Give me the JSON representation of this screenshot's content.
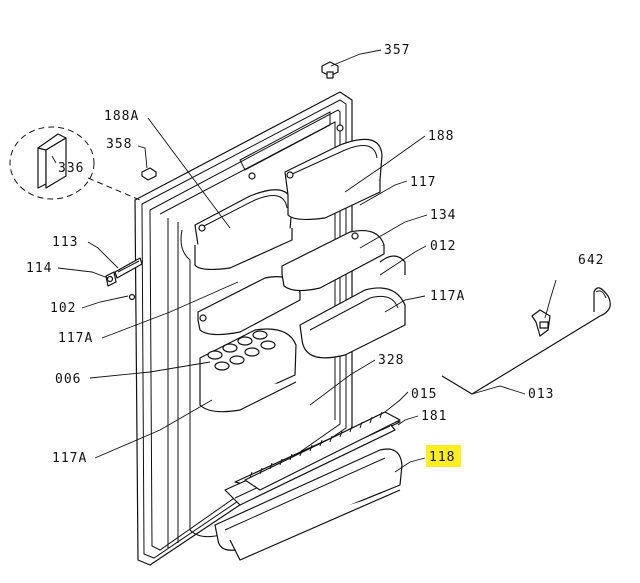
{
  "labels": {
    "l357": "357",
    "l188A": "188A",
    "l188": "188",
    "l358": "358",
    "l336": "336",
    "l117a": "117",
    "l134": "134",
    "l113": "113",
    "l012": "012",
    "l642": "642",
    "l114": "114",
    "l117A_r": "117A",
    "l102": "102",
    "l117A_l": "117A",
    "l328": "328",
    "l006": "006",
    "l015": "015",
    "l013": "013",
    "l181": "181",
    "l117A_b": "117A",
    "l118": "118"
  },
  "highlight_color": "#ffee22"
}
